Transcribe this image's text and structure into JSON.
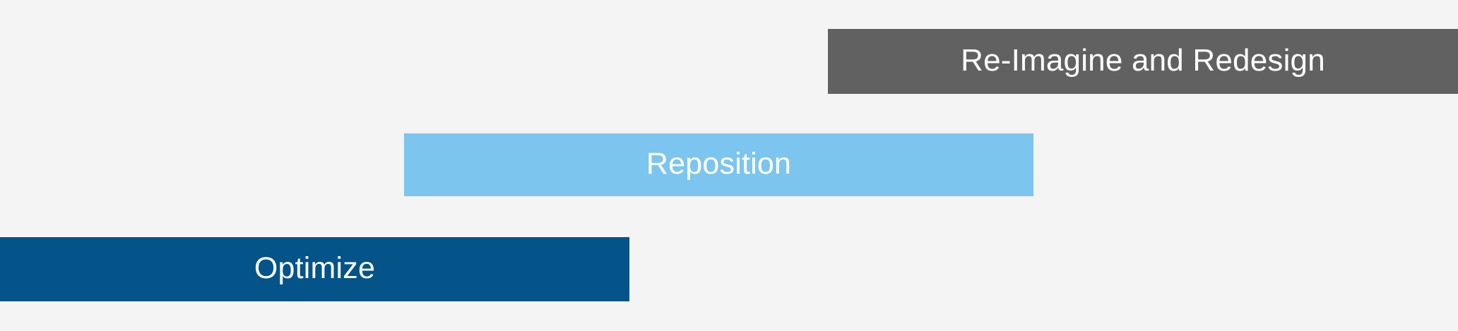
{
  "diagram": {
    "type": "ascending-stage-bars",
    "background_color": "#f4f4f4",
    "text_color": "#ffffff",
    "stages": [
      {
        "id": "reimagine",
        "label": "Re-Imagine and Redesign",
        "color": "#616161",
        "order": 3,
        "position": "top-right"
      },
      {
        "id": "reposition",
        "label": "Reposition",
        "color": "#7cc5ef",
        "order": 2,
        "position": "middle-center"
      },
      {
        "id": "optimize",
        "label": "Optimize",
        "color": "#045389",
        "order": 1,
        "position": "bottom-left"
      }
    ]
  }
}
